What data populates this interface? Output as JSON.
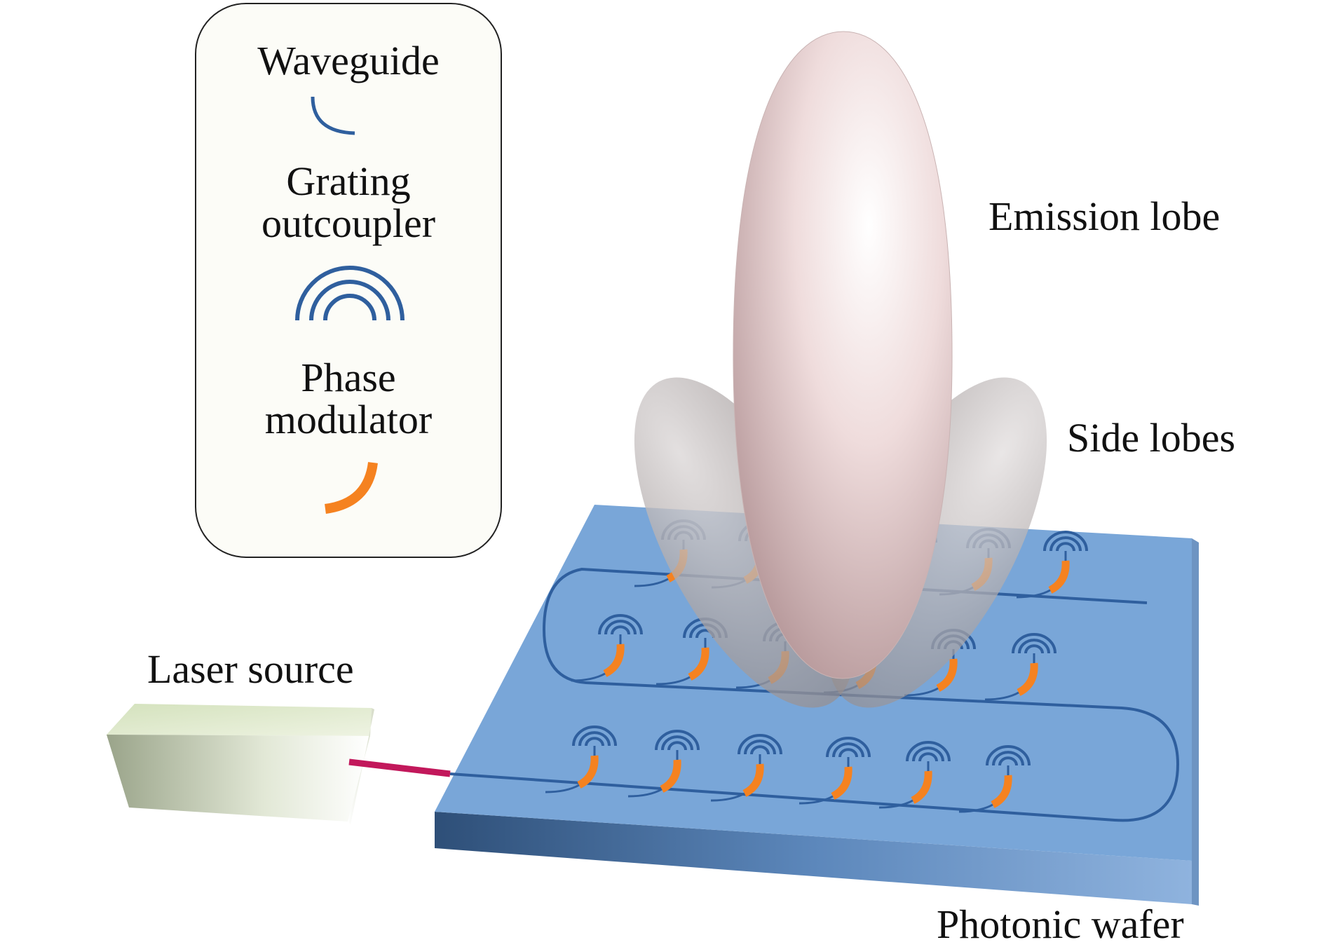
{
  "legend": {
    "waveguide": "Waveguide",
    "grating_line1": "Grating",
    "grating_line2": "outcoupler",
    "phase_line1": "Phase",
    "phase_line2": "modulator"
  },
  "labels": {
    "emission_lobe": "Emission lobe",
    "side_lobes": "Side lobes",
    "laser_source": "Laser source",
    "photonic_wafer": "Photonic wafer"
  },
  "colors": {
    "waveguide": "#2f5f9e",
    "phase_modulator": "#f58220",
    "wafer_top": "#79a6d8",
    "wafer_side": "#3f6b9f",
    "fiber": "#c2185b",
    "laser_box": "#dfe8cc",
    "lobe": "#e9d6d6"
  }
}
